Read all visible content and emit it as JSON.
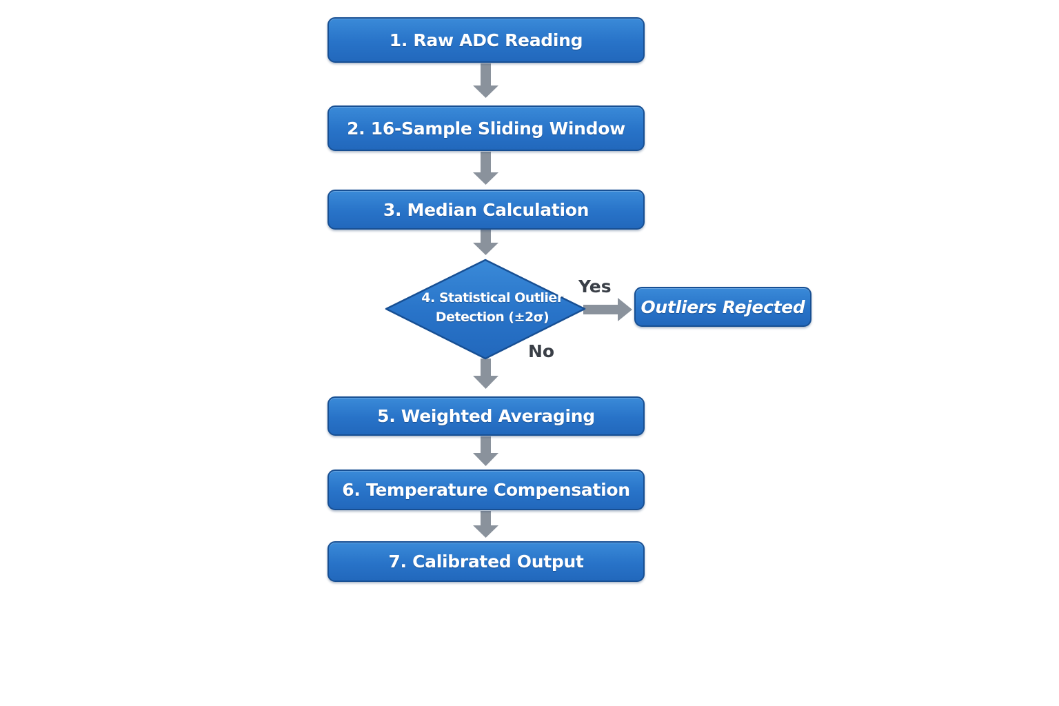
{
  "steps": {
    "raw_adc": "1. Raw ADC Reading",
    "sliding_window": "2. 16-Sample Sliding Window",
    "median": "3. Median Calculation",
    "outlier_line1": "4. Statistical Outlier",
    "outlier_line2": "Detection (±2σ)",
    "weighted_avg": "5. Weighted Averaging",
    "temp_comp": "6. Temperature Compensation",
    "calibrated": "7. Calibrated Output"
  },
  "branch": {
    "yes_label": "Yes",
    "no_label": "No",
    "rejected": "Outliers Rejected"
  },
  "colors": {
    "box_fill": "#2873c8",
    "box_border": "#174f93",
    "arrow": "#8a929c",
    "label_text": "#3a3f47"
  }
}
